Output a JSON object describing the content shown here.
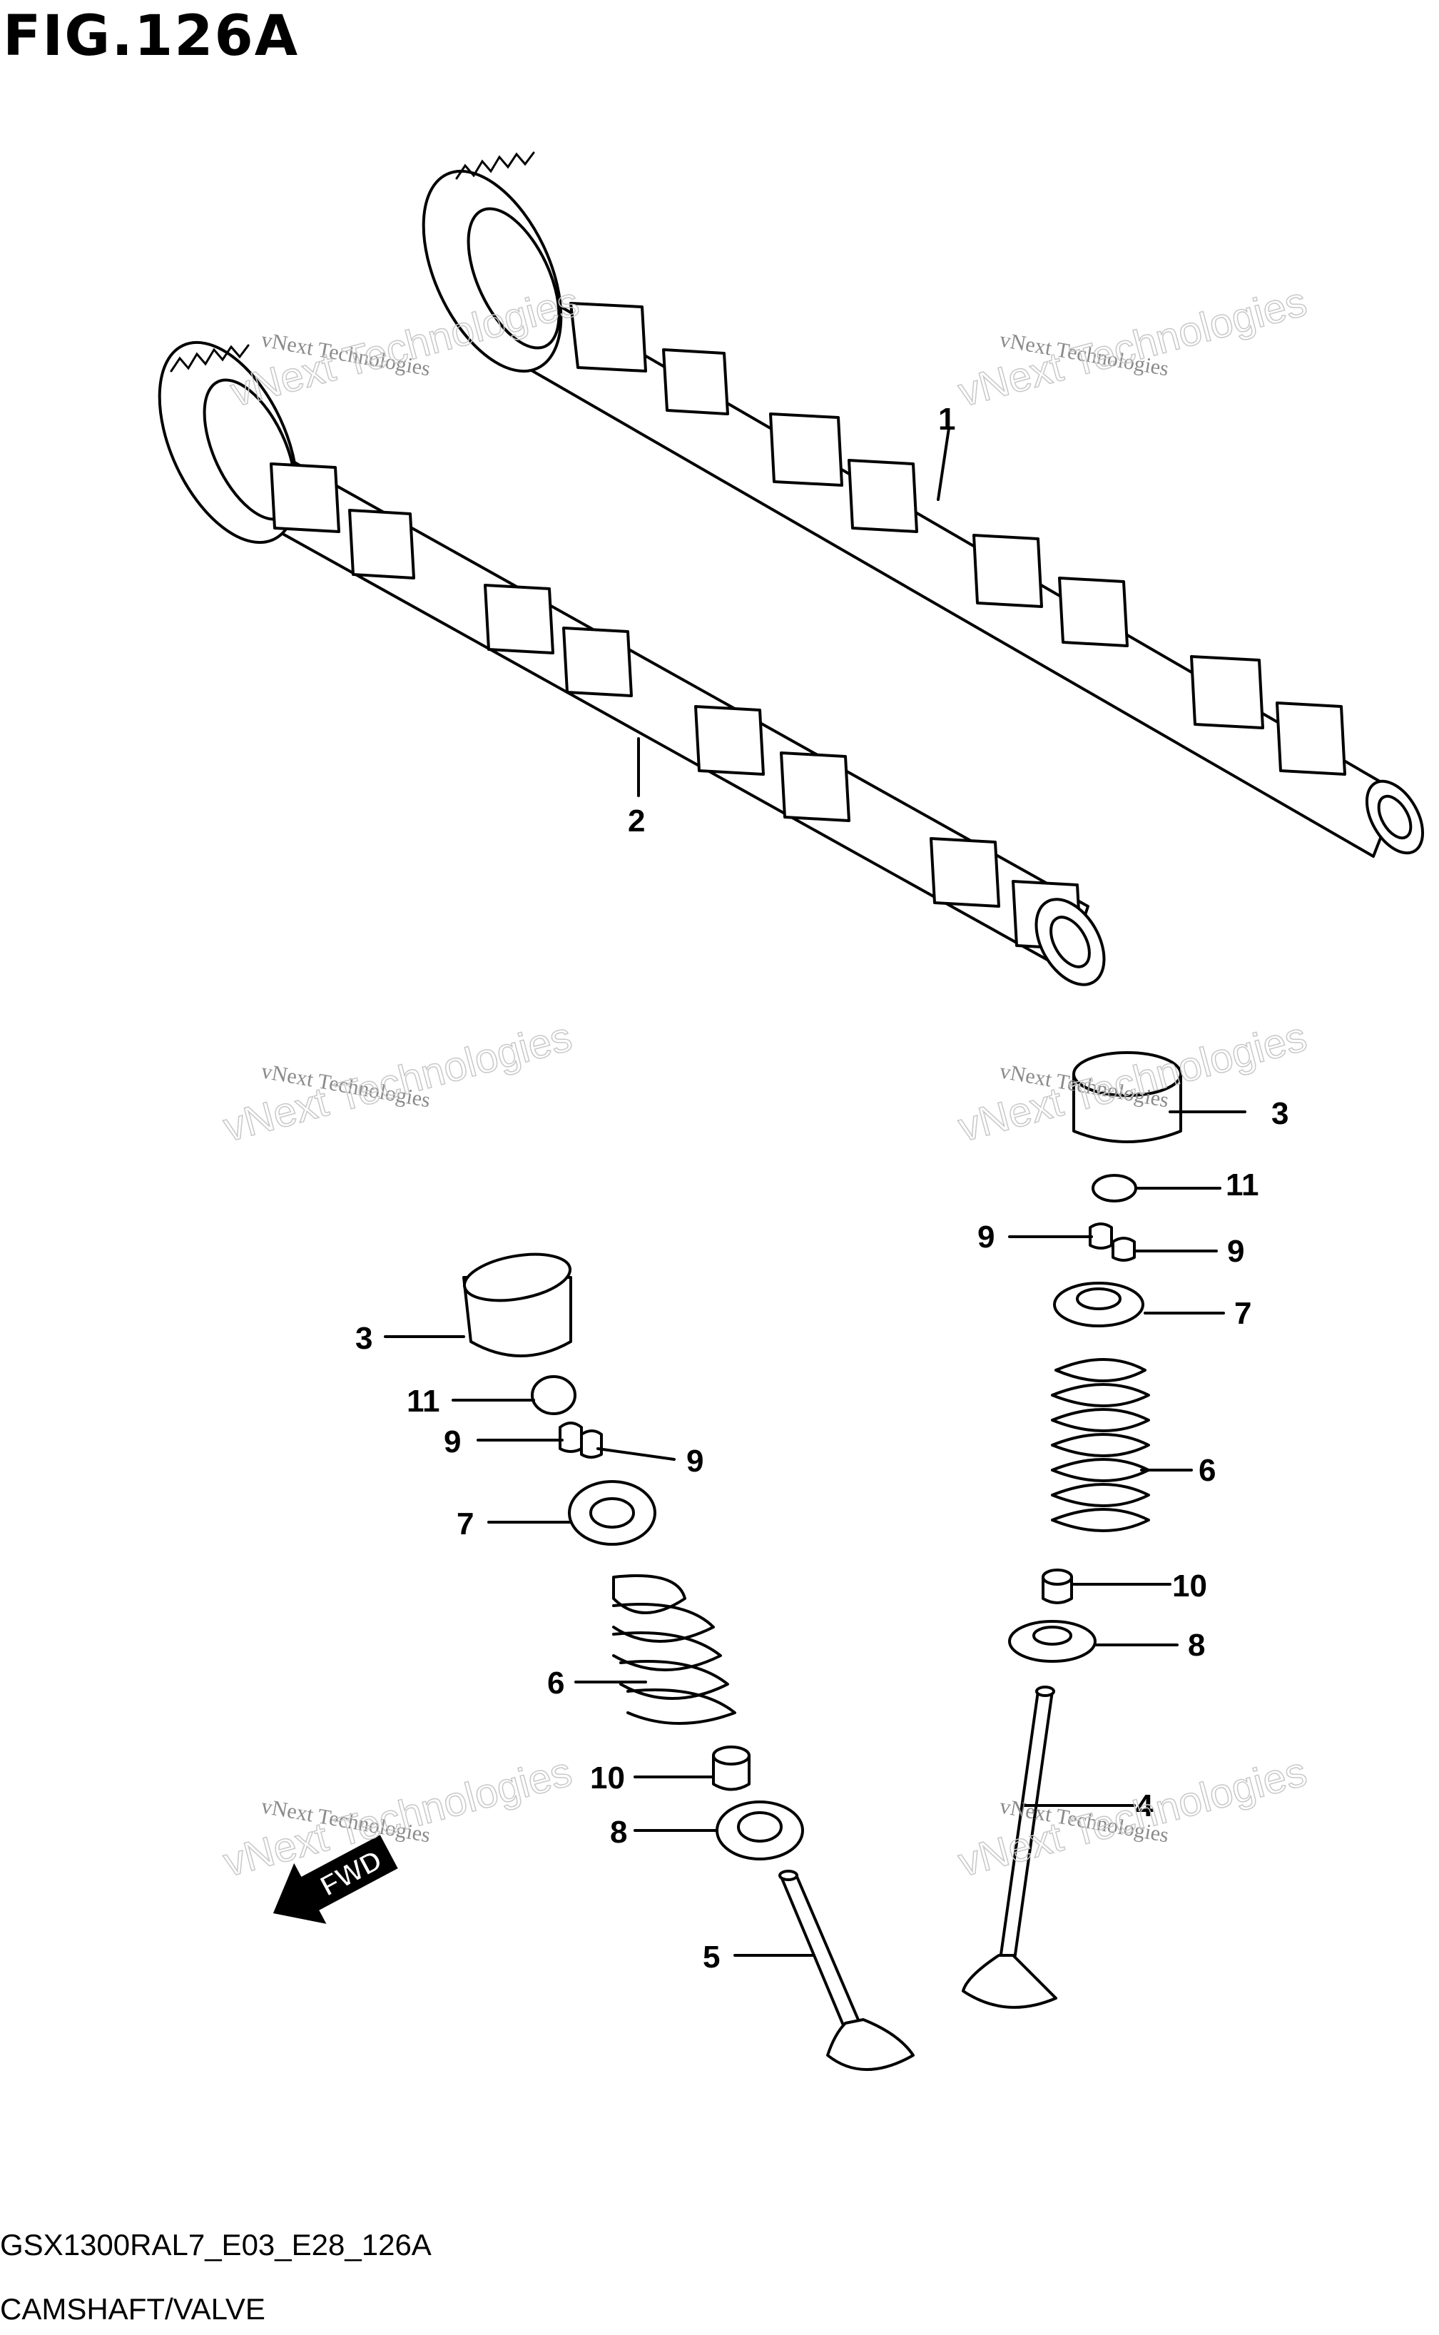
{
  "figure": {
    "title": "FIG.126A",
    "diagram_code": "GSX1300RAL7_E03_E28_126A",
    "section_name": "CAMSHAFT/VALVE"
  },
  "callouts": {
    "c1": "1",
    "c2": "2",
    "c3_right": "3",
    "c11_right": "11",
    "c9_right_a": "9",
    "c9_right_b": "9",
    "c7_right": "7",
    "c6_right": "6",
    "c10_right": "10",
    "c8_right": "8",
    "c4": "4",
    "c3_left": "3",
    "c11_left": "11",
    "c9_left_a": "9",
    "c9_left_b": "9",
    "c7_left": "7",
    "c6_left": "6",
    "c10_left": "10",
    "c8_left": "8",
    "c5": "5"
  },
  "fwd_label": "FWD",
  "watermark": {
    "small": "vNext Technologies",
    "large": "vNext Technologies"
  }
}
